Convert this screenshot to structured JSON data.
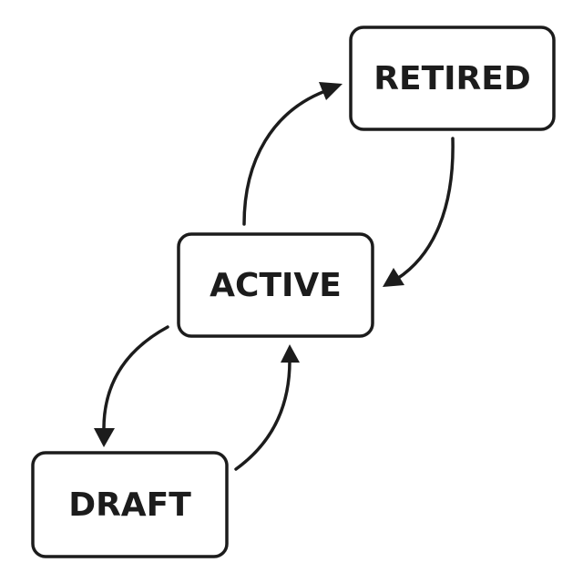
{
  "diagram": {
    "type": "state-transition",
    "states": {
      "retired": "RETIRED",
      "active": "ACTIVE",
      "draft": "DRAFT"
    },
    "transitions": [
      {
        "from": "ACTIVE",
        "to": "RETIRED"
      },
      {
        "from": "RETIRED",
        "to": "ACTIVE"
      },
      {
        "from": "ACTIVE",
        "to": "DRAFT"
      },
      {
        "from": "DRAFT",
        "to": "ACTIVE"
      }
    ],
    "colors": {
      "line": "#1c1c1c",
      "box_fill": "#ffffff",
      "background": "#ffffff"
    }
  }
}
